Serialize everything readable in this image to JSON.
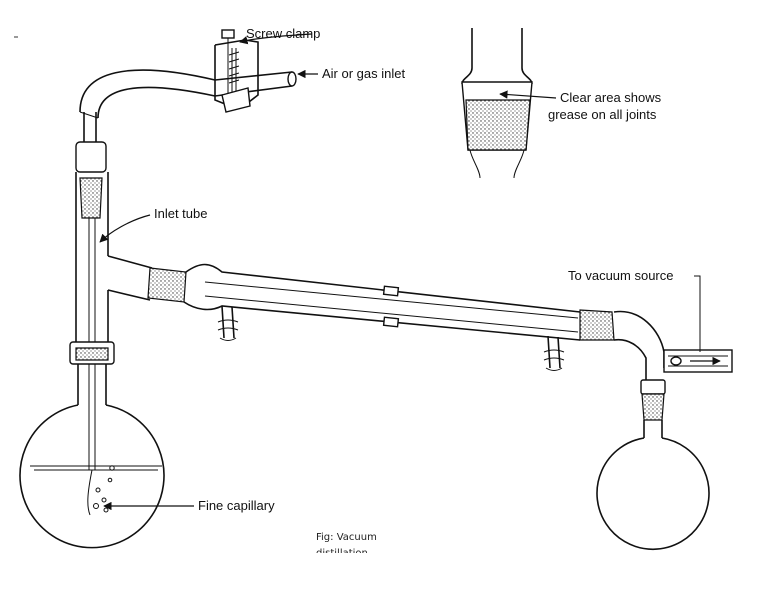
{
  "labels": {
    "screw_clamp": "Screw clamp",
    "air_inlet": "Air or gas inlet",
    "clear_area_line1": "Clear area shows",
    "clear_area_line2": "grease on all joints",
    "inlet_tube": "Inlet tube",
    "vacuum_source": "To vacuum source",
    "fine_capillary": "Fine capillary"
  },
  "caption": {
    "line1": "Fig: Vacuum",
    "line2": "distillation"
  }
}
